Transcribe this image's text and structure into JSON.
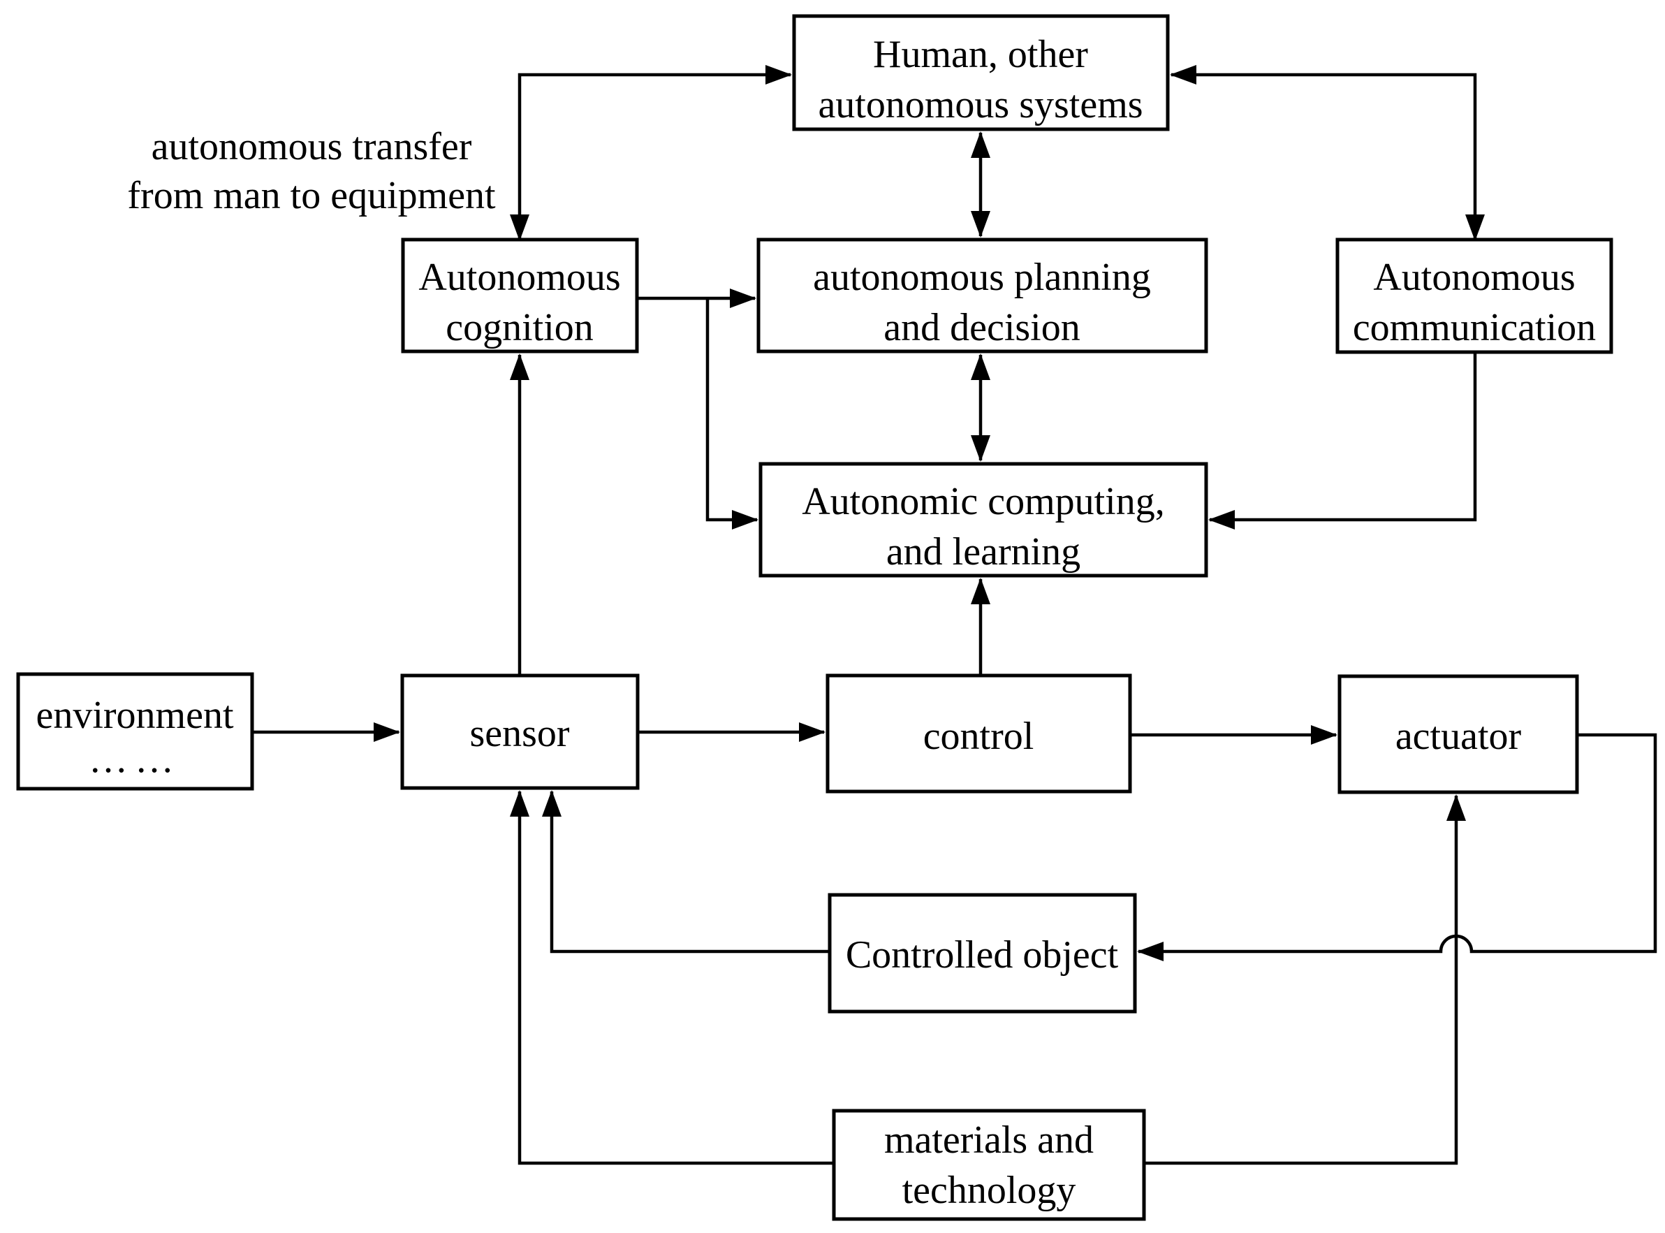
{
  "figure": {
    "kind": "block-diagram",
    "background": "#ffffff"
  },
  "colors": {
    "line": "#000000",
    "text": "#000000",
    "box_fill": "#ffffff"
  },
  "annotation": {
    "line1": "autonomous transfer",
    "line2": "from man to equipment"
  },
  "boxes": {
    "human": {
      "line1": "Human, other",
      "line2": "autonomous systems"
    },
    "cognition": {
      "line1": "Autonomous",
      "line2": "cognition"
    },
    "planning": {
      "line1": "autonomous planning",
      "line2": "and decision"
    },
    "communication": {
      "line1": "Autonomous",
      "line2": "communication"
    },
    "computing": {
      "line1": "Autonomic computing,",
      "line2": "and learning"
    },
    "environment": {
      "line1": "environment",
      "line2": "……"
    },
    "sensor": {
      "label": "sensor"
    },
    "control": {
      "label": "control"
    },
    "actuator": {
      "label": "actuator"
    },
    "controlled_object": {
      "label": "Controlled object"
    },
    "materials": {
      "line1": "materials and",
      "line2": "technology"
    }
  },
  "connections": [
    {
      "from": "cognition",
      "to": "human",
      "type": "bidirectional"
    },
    {
      "from": "human",
      "to": "planning",
      "type": "bidirectional"
    },
    {
      "from": "communication",
      "to": "human",
      "type": "bidirectional"
    },
    {
      "from": "cognition",
      "to": "planning",
      "type": "directed"
    },
    {
      "from": "cognition",
      "to": "computing",
      "type": "directed"
    },
    {
      "from": "planning",
      "to": "computing",
      "type": "bidirectional"
    },
    {
      "from": "communication",
      "to": "computing",
      "type": "directed"
    },
    {
      "from": "sensor",
      "to": "cognition",
      "type": "directed"
    },
    {
      "from": "environment",
      "to": "sensor",
      "type": "directed"
    },
    {
      "from": "sensor",
      "to": "control",
      "type": "directed"
    },
    {
      "from": "control",
      "to": "computing",
      "type": "directed"
    },
    {
      "from": "control",
      "to": "actuator",
      "type": "directed"
    },
    {
      "from": "actuator",
      "to": "controlled_object",
      "type": "directed",
      "note": "line hops over materials-actuator line"
    },
    {
      "from": "controlled_object",
      "to": "sensor",
      "type": "directed"
    },
    {
      "from": "materials",
      "to": "sensor",
      "type": "directed"
    },
    {
      "from": "materials",
      "to": "actuator",
      "type": "directed"
    }
  ]
}
